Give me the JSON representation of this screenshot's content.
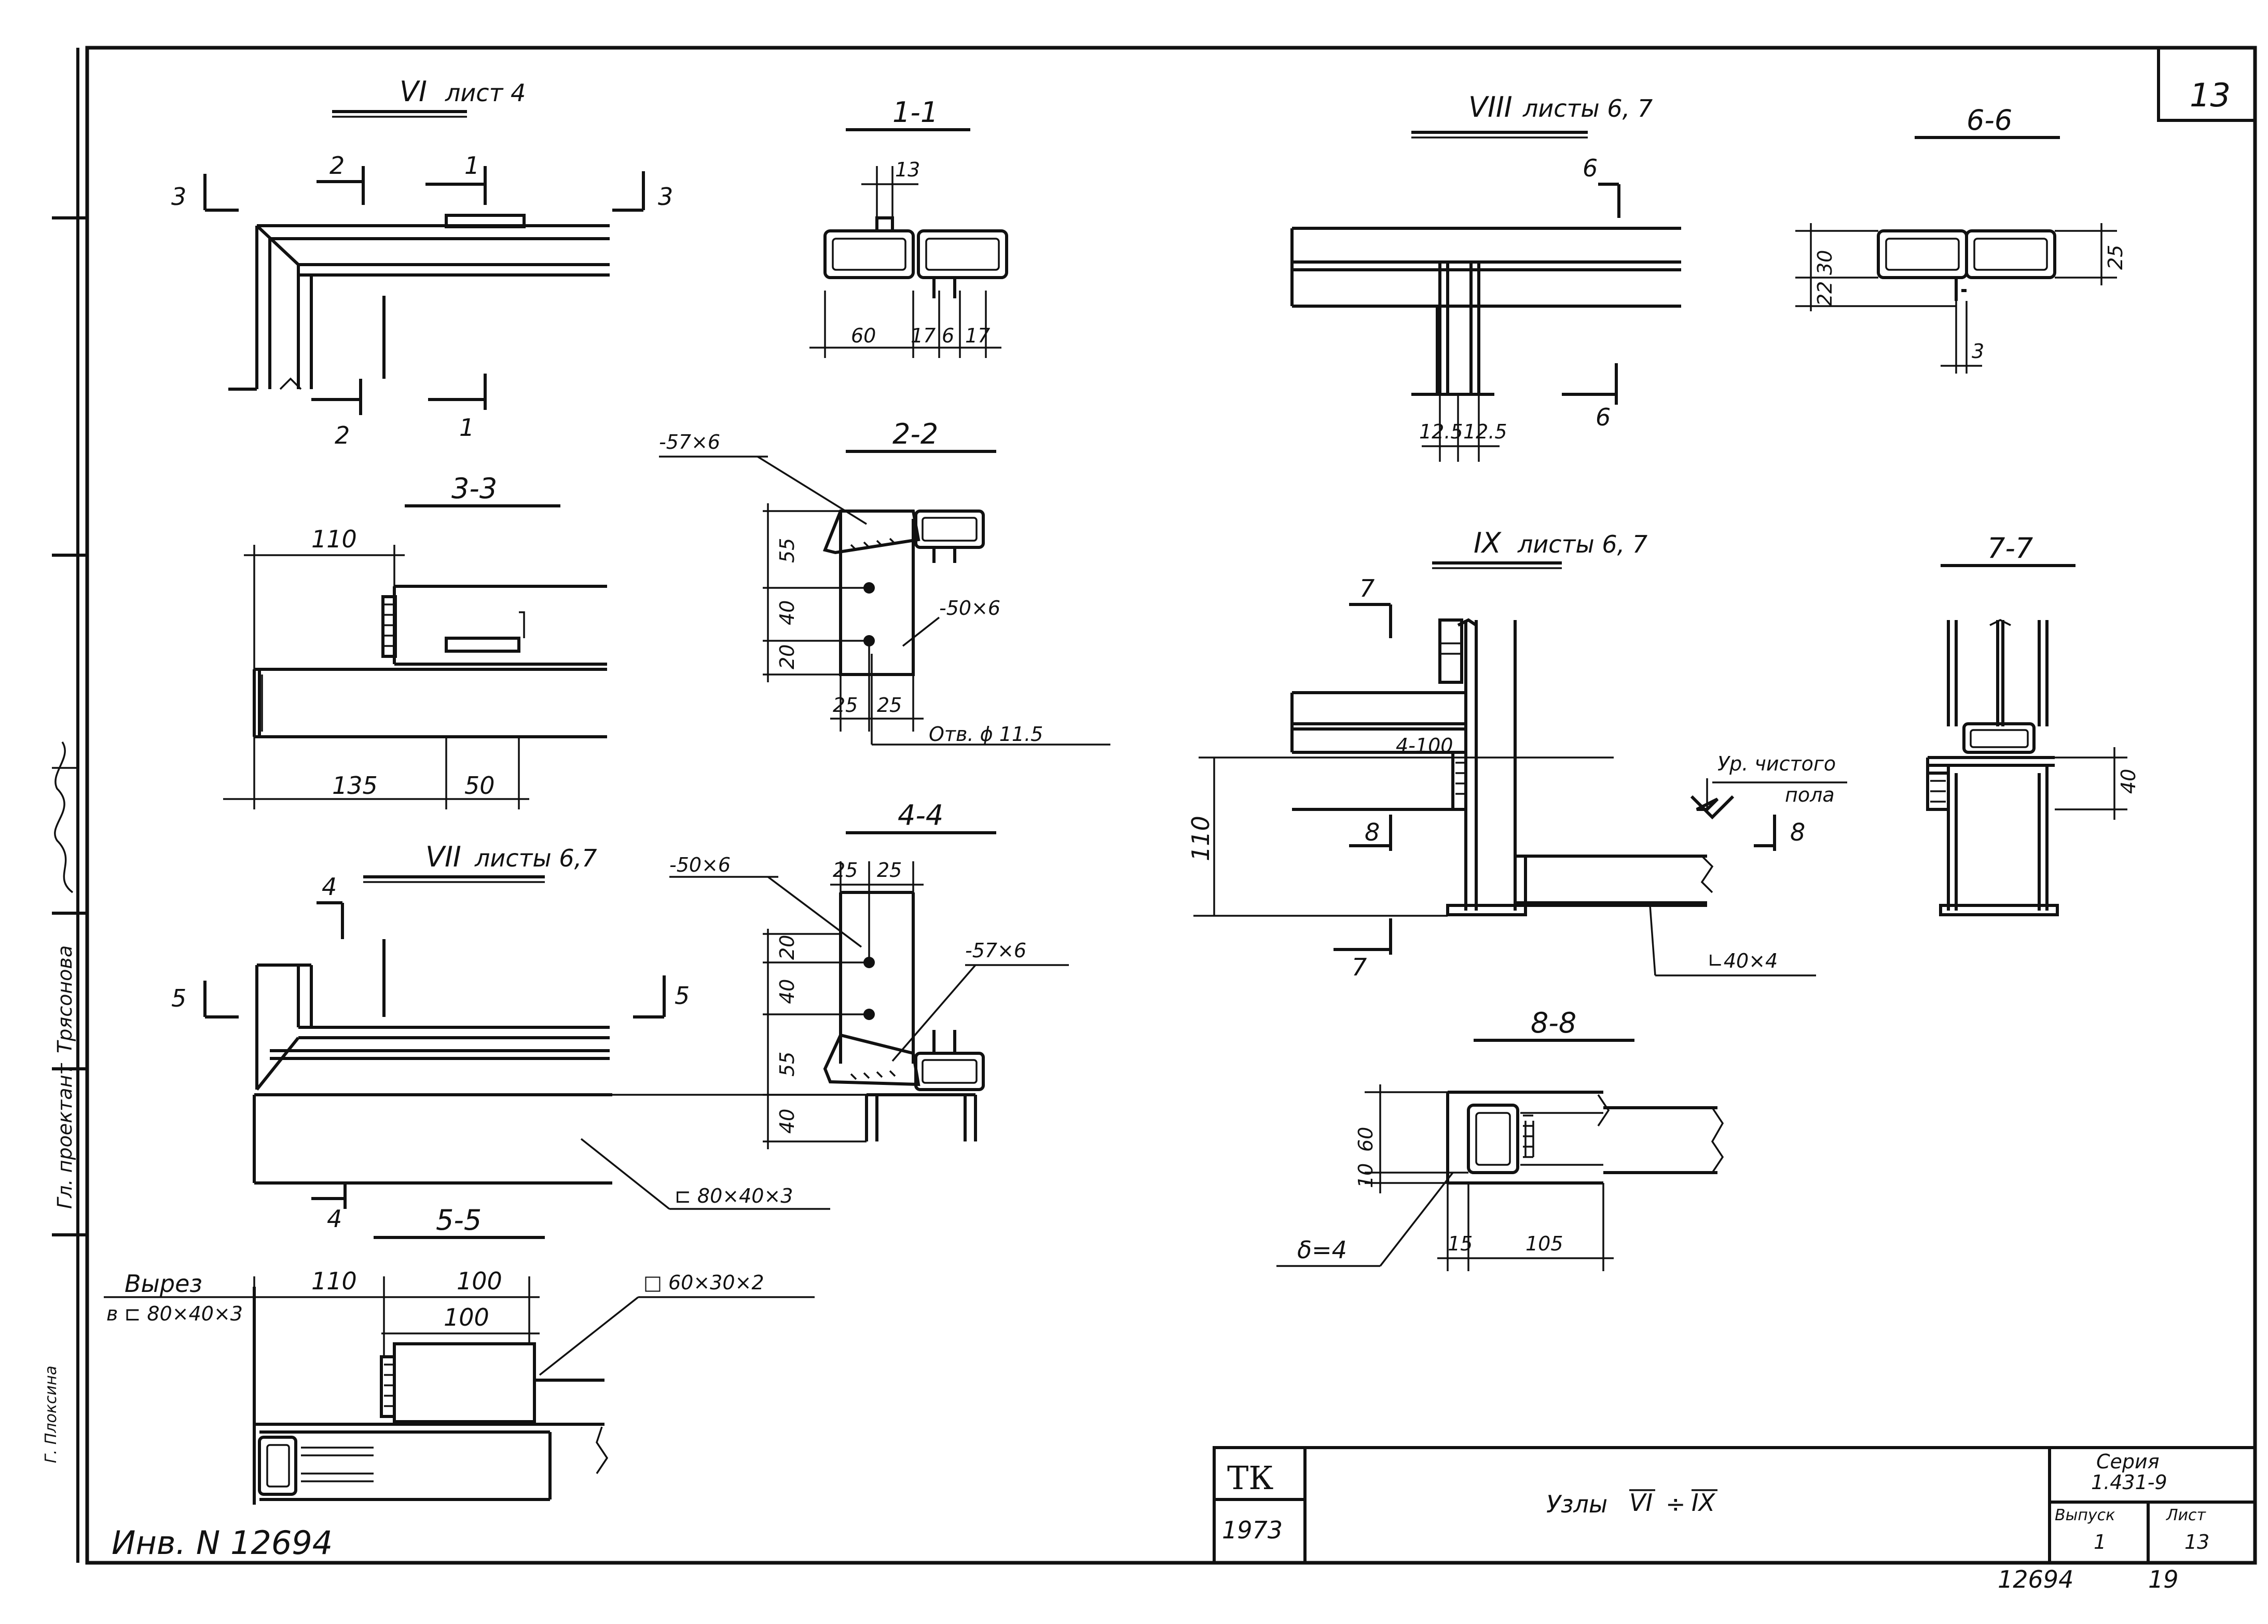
{
  "sheet_corner_number": "13",
  "sections": {
    "vi_title": "VI",
    "vi_ref": "лист 4",
    "s1_1": "1-1",
    "viii_title": "VIII",
    "viii_ref": "листы 6, 7",
    "s6_6": "6-6",
    "s2_2": "2-2",
    "s3_3": "3-3",
    "ix_title": "IX",
    "ix_ref": "листы 6, 7",
    "s7_7": "7-7",
    "vii_title": "VII",
    "vii_ref": "листы 6,7",
    "s4_4": "4-4",
    "s8_8": "8-8",
    "s5_5": "5-5"
  },
  "cut_markers": {
    "c1": "1",
    "c2": "2",
    "c3": "3",
    "c4": "4",
    "c5": "5",
    "c6": "6",
    "c7": "7",
    "c8": "8"
  },
  "dimensions": {
    "d13": "13",
    "d60": "60",
    "d17a": "17",
    "d6": "6",
    "d17b": "17",
    "d125a": "12.5",
    "d125b": "12.5",
    "d25_66": "25",
    "d3_66": "3",
    "d30_66": "30",
    "d22_66": "22",
    "d110_33": "110",
    "d135": "135",
    "d50_33": "50",
    "d55_22": "55",
    "d40_22": "40",
    "d20_22": "20",
    "d25a_22": "25",
    "d25b_22": "25",
    "d25a_44": "25",
    "d25b_44": "25",
    "d20_44": "20",
    "d40_44": "40",
    "d55_44": "55",
    "d40b_44": "40",
    "d110_ix": "110",
    "d40_77": "40",
    "d60_88": "60",
    "d10_88": "10",
    "d15_88": "15",
    "d105_88": "105",
    "d110_55": "110",
    "d100a_55": "100",
    "d100b_55": "100"
  },
  "callouts": {
    "plate_57x6_a": "-57×6",
    "plate_50x6_a": "-50×6",
    "hole": "Отв. ϕ 11.5",
    "plate_50x6_b": "-50×6",
    "plate_57x6_b": "-57×6",
    "channel": "⊏ 80×40×3",
    "weld_4_100": "4-100",
    "floor_level_1": "Ур. чистого",
    "floor_level_2": "пола",
    "angle": "∟40×4",
    "delta": "δ=4",
    "cutout_1": "Вырез",
    "cutout_2": "в ⊏ 80×40×3",
    "tube": "□ 60×30×2"
  },
  "title_block": {
    "org": "ТК",
    "year": "1973",
    "name_prefix": "Узлы",
    "name_from": "VI",
    "name_sep": "÷",
    "name_to": "IX",
    "series_label": "Серия",
    "series_value": "1.431-9",
    "issue_label": "Выпуск",
    "issue_value": "1",
    "sheet_label": "Лист",
    "sheet_value": "13"
  },
  "stamps": {
    "inventory": "Инв. N 12694",
    "bottom_number": "12694",
    "bottom_page": "19"
  },
  "side_strip": {
    "designer_label": "Гл. проектант",
    "designer_name": "Трясонова",
    "author_name": "Г. Плоксина"
  }
}
